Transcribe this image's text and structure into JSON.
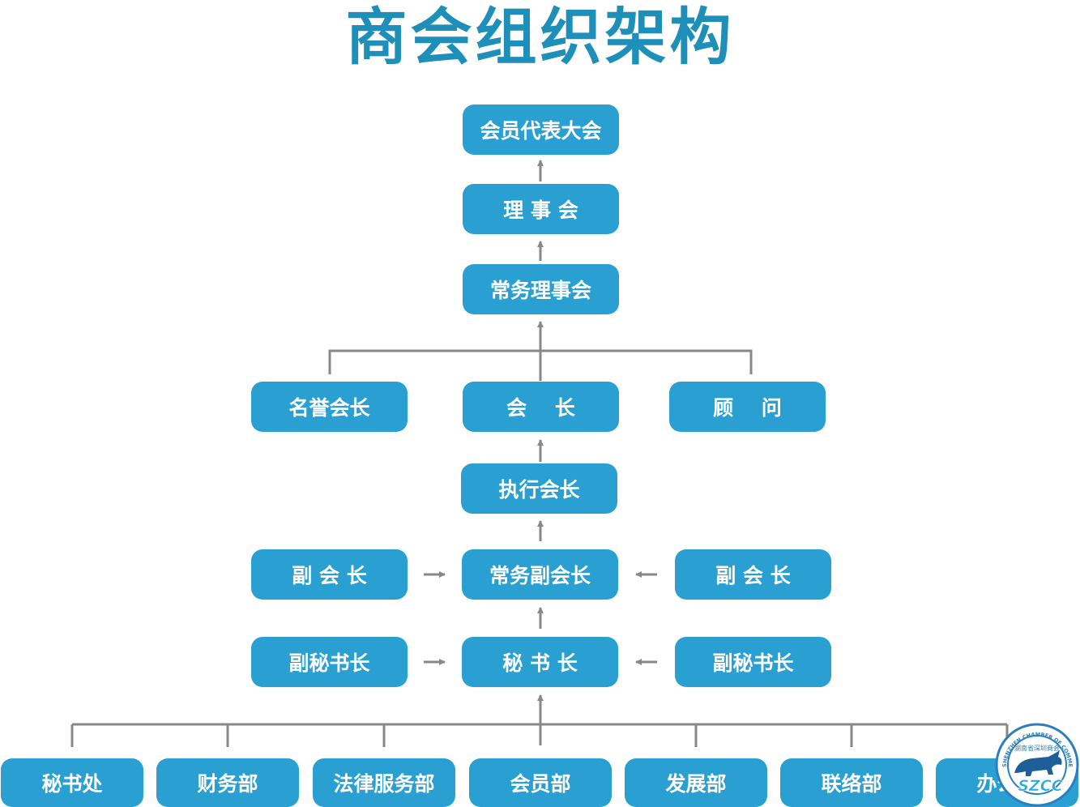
{
  "title": "商会组织架构",
  "colors": {
    "title": "#1d8fb8",
    "box": "#2aa0d2",
    "connector": "#888888",
    "logo_ring": "#2b7fbf"
  },
  "nodes": {
    "assembly": "会员代表大会",
    "council": "理 事 会",
    "standing_council": "常务理事会",
    "honorary_president": "名誉会长",
    "president": "会    长",
    "advisor": "顾    问",
    "executive_president": "执行会长",
    "vice_president_left": "副 会 长",
    "standing_vice_president": "常务副会长",
    "vice_president_right": "副 会 长",
    "deputy_secretary_left": "副秘书长",
    "secretary_general": "秘 书 长",
    "deputy_secretary_right": "副秘书长"
  },
  "departments": [
    "秘书处",
    "财务部",
    "法律服务部",
    "会员部",
    "发展部",
    "联络部",
    "办公室"
  ],
  "logo": {
    "text": "SZCC",
    "ring_text": "SHENZHEN CHAMBER OF COMMERCE IN HUNAN PROVINCE",
    "cn_text": "湖南省深圳商会",
    "icon": "bull-icon"
  }
}
